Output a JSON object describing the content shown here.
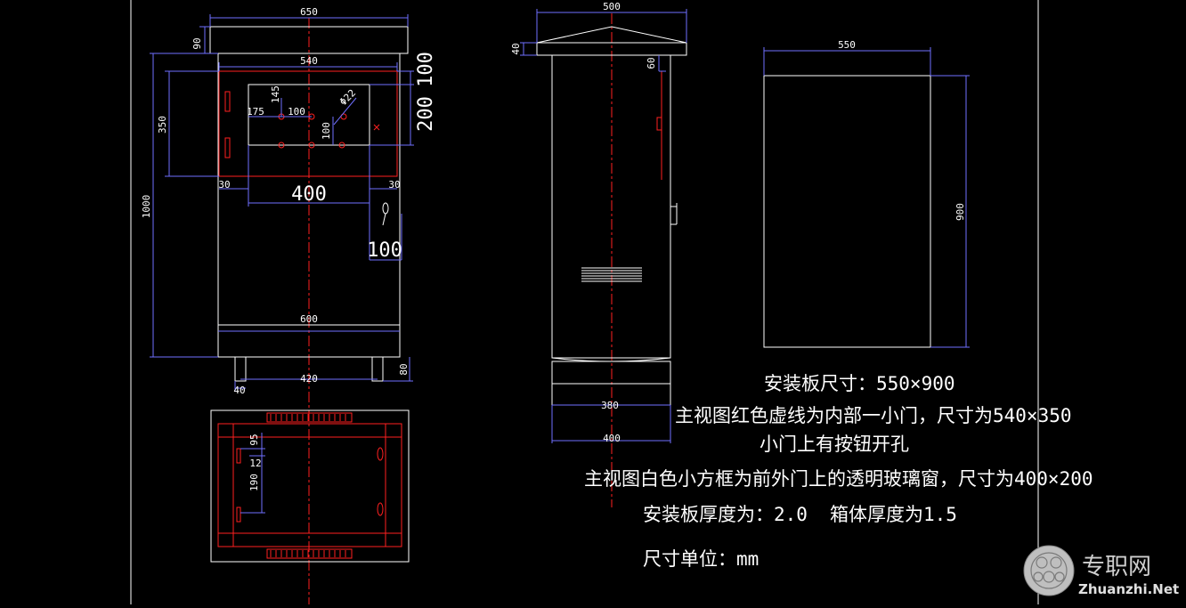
{
  "front_view": {
    "dims": {
      "width_top": "650",
      "roof_h": "90",
      "door_w": "540",
      "door_h": "350",
      "body_h": "1000",
      "win_w": "400",
      "win_h": "200",
      "win_top": "100",
      "margin_l": "30",
      "margin_r": "30",
      "btn_175": "175",
      "btn_145": "145",
      "btn_100": "100",
      "btn_phi": "Φ22",
      "btn_v100": "100",
      "lock_100": "100",
      "base_w": "600",
      "foot_h": "80",
      "foot_w": "40",
      "foot_span": "420"
    }
  },
  "side_view": {
    "dims": {
      "width_top": "500",
      "roof_h": "40",
      "hinge_60": "60",
      "inner_380": "380",
      "outer_400": "400"
    }
  },
  "plan_view": {
    "dims": {
      "d95": "95",
      "d12": "12",
      "d190": "190"
    }
  },
  "mount_plate": {
    "dims": {
      "w": "550",
      "h": "900"
    }
  },
  "notes": {
    "n1": "安装板尺寸：550×900",
    "n2": "主视图红色虚线为内部一小门，尺寸为540×350",
    "n3": "小门上有按钮开孔",
    "n4": "主视图白色小方框为前外门上的透明玻璃窗，尺寸为400×200",
    "n5a": "安装板厚度为：2.0",
    "n5b": "箱体厚度为1.5",
    "n6": "尺寸单位：mm"
  },
  "watermark": {
    "cn": "专职网",
    "en": "Zhuanzhi.Net"
  },
  "colors": {
    "background": "#000000",
    "outline": "#ffffff",
    "hidden_line": "#ff2020",
    "dimension": "#6f6fff",
    "center_line": "#ff2020"
  }
}
